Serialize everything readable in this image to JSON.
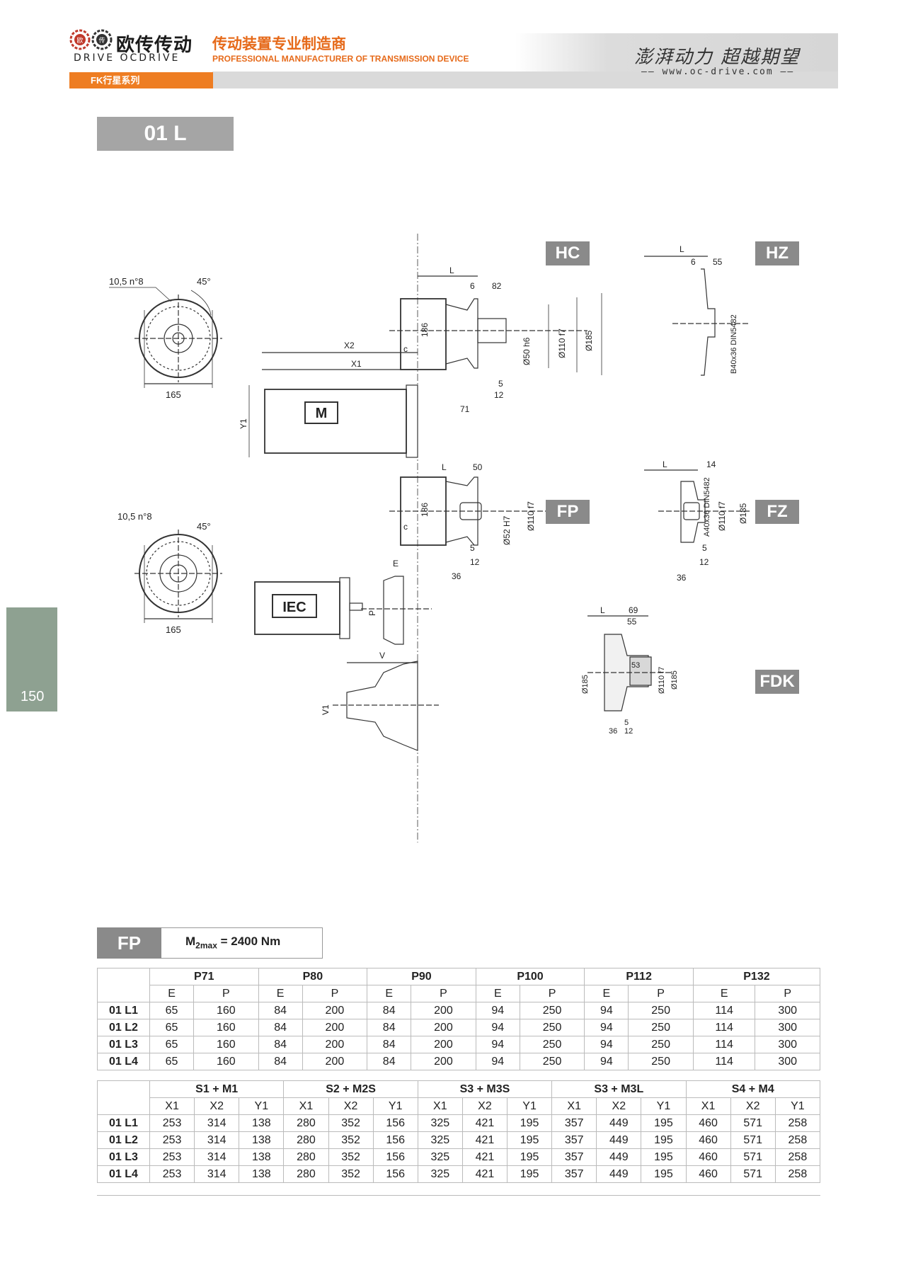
{
  "header": {
    "brand_cn": "欧传传动",
    "brand_en": "DRIVE OCDRIVE",
    "logo_mark_left": "欧",
    "logo_mark_right": "传",
    "tagline_cn": "传动装置专业制造商",
    "tagline_en": "PROFESSIONAL MANUFACTURER OF TRANSMISSION DEVICE",
    "slogan": "澎湃动力 超越期望",
    "url": "www.oc-drive.com",
    "series": "FK行星系列"
  },
  "model": "01 L",
  "page_number": "150",
  "views": {
    "hc": "HC",
    "hz": "HZ",
    "fp": "FP",
    "fz": "FZ",
    "fdk": "FDK",
    "motor_label": "M",
    "iec_label": "IEC"
  },
  "dims": {
    "holes": "10,5 n°8",
    "angle": "45°",
    "dia165": "165",
    "L": "L",
    "c": "c",
    "d186": "186",
    "d6": "6",
    "d82": "82",
    "d55": "55",
    "d50": "50",
    "d14": "14",
    "d69": "69",
    "d53": "53",
    "d5": "5",
    "d12": "12",
    "d71": "71",
    "d36": "36",
    "shaft_hc": "Ø50 h6",
    "spig110": "Ø110 f7",
    "dia185": "Ø185",
    "spig1017": "Ø110 f7",
    "shaft_hz": "B40x36 DIN5482",
    "bore_fp": "Ø52 H7",
    "shaft_fz": "A40x36 DIN5482",
    "X1": "X1",
    "X2": "X2",
    "Y1": "Y1",
    "E": "E",
    "P": "P",
    "V": "V",
    "V1": "V1"
  },
  "fp_spec": {
    "tag": "FP",
    "torque_prefix": "M",
    "torque_sub": "2max",
    "torque_value": "= 2400 Nm"
  },
  "table1": {
    "groups": [
      "P71",
      "P80",
      "P90",
      "P100",
      "P112",
      "P132"
    ],
    "sub": [
      "E",
      "P"
    ],
    "rows": [
      {
        "label": "01 L1",
        "values": [
          "65",
          "160",
          "84",
          "200",
          "84",
          "200",
          "94",
          "250",
          "94",
          "250",
          "114",
          "300"
        ]
      },
      {
        "label": "01 L2",
        "values": [
          "65",
          "160",
          "84",
          "200",
          "84",
          "200",
          "94",
          "250",
          "94",
          "250",
          "114",
          "300"
        ]
      },
      {
        "label": "01 L3",
        "values": [
          "65",
          "160",
          "84",
          "200",
          "84",
          "200",
          "94",
          "250",
          "94",
          "250",
          "114",
          "300"
        ]
      },
      {
        "label": "01 L4",
        "values": [
          "65",
          "160",
          "84",
          "200",
          "84",
          "200",
          "94",
          "250",
          "94",
          "250",
          "114",
          "300"
        ]
      }
    ]
  },
  "table2": {
    "groups": [
      "S1 + M1",
      "S2 + M2S",
      "S3 + M3S",
      "S3 + M3L",
      "S4 + M4"
    ],
    "sub": [
      "X1",
      "X2",
      "Y1"
    ],
    "rows": [
      {
        "label": "01 L1",
        "values": [
          "253",
          "314",
          "138",
          "280",
          "352",
          "156",
          "325",
          "421",
          "195",
          "357",
          "449",
          "195",
          "460",
          "571",
          "258"
        ]
      },
      {
        "label": "01 L2",
        "values": [
          "253",
          "314",
          "138",
          "280",
          "352",
          "156",
          "325",
          "421",
          "195",
          "357",
          "449",
          "195",
          "460",
          "571",
          "258"
        ]
      },
      {
        "label": "01 L3",
        "values": [
          "253",
          "314",
          "138",
          "280",
          "352",
          "156",
          "325",
          "421",
          "195",
          "357",
          "449",
          "195",
          "460",
          "571",
          "258"
        ]
      },
      {
        "label": "01 L4",
        "values": [
          "253",
          "314",
          "138",
          "280",
          "352",
          "156",
          "325",
          "421",
          "195",
          "357",
          "449",
          "195",
          "460",
          "571",
          "258"
        ]
      }
    ]
  }
}
